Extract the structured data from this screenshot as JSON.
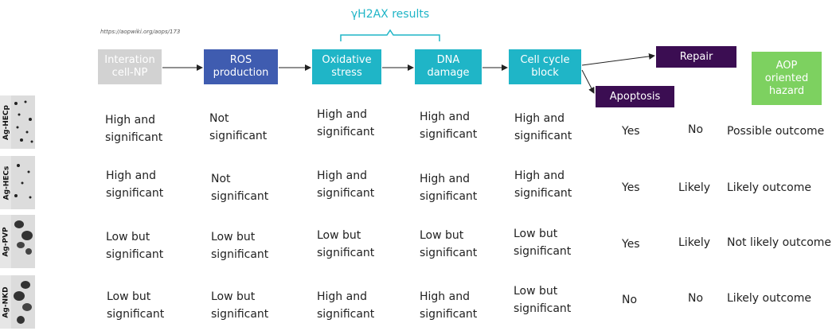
{
  "source_url": "https://aopwiki.org/aops/173",
  "brace_label": "γH2AX results",
  "colors": {
    "gray": "#d2d2d2",
    "blue": "#3f5cb0",
    "teal": "#1fb5c7",
    "purple": "#3b0d52",
    "green": "#7dd160",
    "brace": "#1fb5c7",
    "arrow": "#222222"
  },
  "steps": {
    "interaction": "Interation\ncell-NP",
    "ros": "ROS\nproduction",
    "oxidative": "Oxidative\nstress",
    "dna": "DNA\ndamage",
    "cellcycle": "Cell cycle\nblock",
    "repair": "Repair",
    "apoptosis": "Apoptosis",
    "aop": "AOP\noriented\nhazard"
  },
  "rows": [
    {
      "name": "Ag-HECp",
      "interaction": "High and\nsignificant",
      "ros": "Not\nsignificant",
      "oxidative": "High and\nsignificant",
      "dna": "High and\nsignificant",
      "cellcycle": "High and\nsignificant",
      "apoptosis": "Yes",
      "repair": "No",
      "outcome": "Possible outcome"
    },
    {
      "name": "Ag-HECs",
      "interaction": "High and\nsignificant",
      "ros": "Not\nsignificant",
      "oxidative": "High and\nsignificant",
      "dna": "High and\nsignificant",
      "cellcycle": "High and\nsignificant",
      "apoptosis": "Yes",
      "repair": "Likely",
      "outcome": "Likely outcome"
    },
    {
      "name": "Ag-PVP",
      "interaction": "Low but\nsignificant",
      "ros": "Low but\nsignificant",
      "oxidative": "Low but\nsignificant",
      "dna": "Low but\nsignificant",
      "cellcycle": "Low but\nsignificant",
      "apoptosis": "Yes",
      "repair": "Likely",
      "outcome": "Not likely outcome"
    },
    {
      "name": "Ag-NKD",
      "interaction": "Low but\nsignificant",
      "ros": "Low but\nsignificant",
      "oxidative": "High and\nsignificant",
      "dna": "High and\nsignificant",
      "cellcycle": "Low but\nsignificant",
      "apoptosis": "No",
      "repair": "No",
      "outcome": "Likely outcome"
    }
  ]
}
